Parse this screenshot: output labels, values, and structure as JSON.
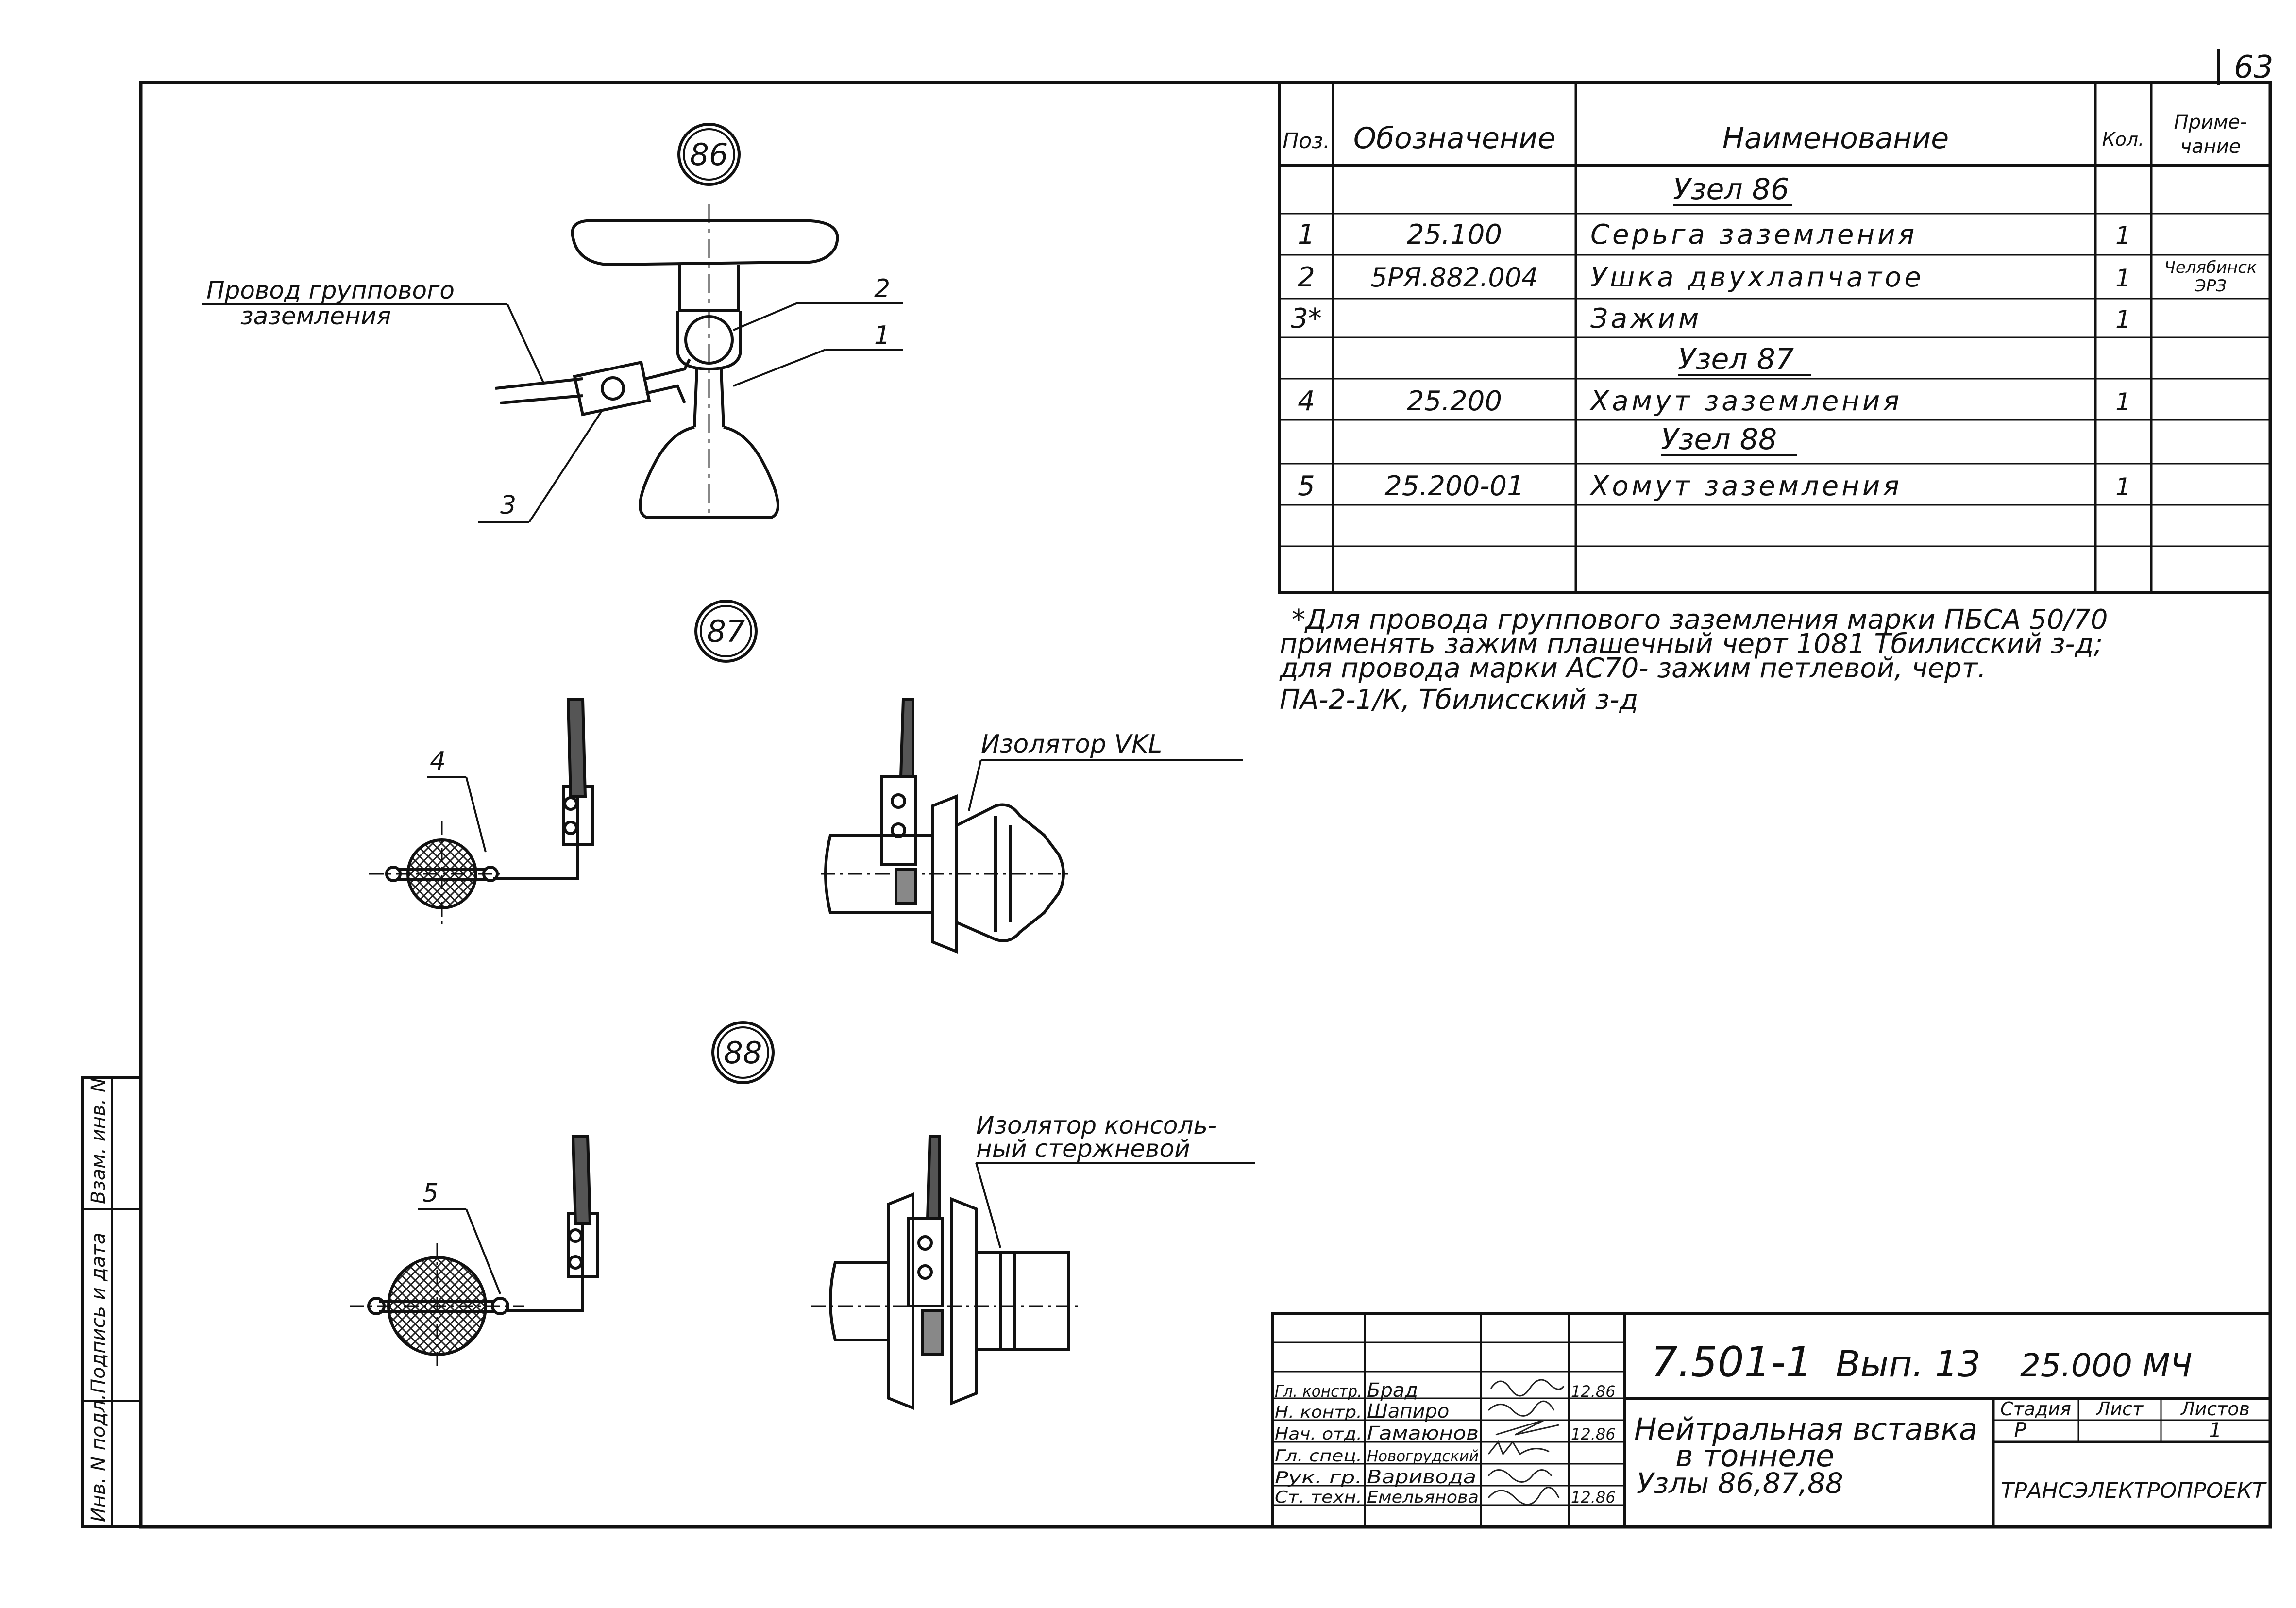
{
  "sheet": {
    "page_number": "63"
  },
  "nodes": [
    {
      "id": "86",
      "label": "86"
    },
    {
      "id": "87",
      "label": "87"
    },
    {
      "id": "88",
      "label": "88"
    }
  ],
  "callouts": {
    "c86_wire_line1": "Провод группового",
    "c86_wire_line2": "заземления",
    "c86_p1": "1",
    "c86_p2": "2",
    "c86_p3": "3",
    "c87_p4": "4",
    "c87_insulator": "Изолятор VKL",
    "c88_p5": "5",
    "c88_ins_line1": "Изолятор консоль-",
    "c88_ins_line2": "ный стержневой"
  },
  "spec_table": {
    "headers": {
      "pos": "Поз.",
      "designation": "Обозначение",
      "name": "Наименование",
      "qty": "Кол.",
      "note_line1": "Приме-",
      "note_line2": "чание"
    },
    "rows": [
      {
        "pos": "",
        "designation": "",
        "name": "Узел 86",
        "qty": "",
        "note": "",
        "section": true
      },
      {
        "pos": "1",
        "designation": "25.100",
        "name": "Серьга заземления",
        "qty": "1",
        "note": ""
      },
      {
        "pos": "2",
        "designation": "5РЯ.882.004",
        "name": "Ушка двухлапчатое",
        "qty": "1",
        "note_line1": "Челябинск",
        "note_line2": "ЭРЗ"
      },
      {
        "pos": "3*",
        "designation": "",
        "name": "Зажим",
        "qty": "1",
        "note": ""
      },
      {
        "pos": "",
        "designation": "",
        "name": "Узел 87",
        "qty": "",
        "note": "",
        "section": true
      },
      {
        "pos": "4",
        "designation": "25.200",
        "name": "Хамут заземления",
        "qty": "1",
        "note": ""
      },
      {
        "pos": "",
        "designation": "",
        "name": "Узел 88",
        "qty": "",
        "note": "",
        "section": true
      },
      {
        "pos": "5",
        "designation": "25.200-01",
        "name": "Хомут заземления",
        "qty": "1",
        "note": ""
      },
      {
        "pos": "",
        "designation": "",
        "name": "",
        "qty": "",
        "note": ""
      },
      {
        "pos": "",
        "designation": "",
        "name": "",
        "qty": "",
        "note": ""
      }
    ]
  },
  "footnote": {
    "line1": "*Для провода группового заземления марки ПБСА 50/70",
    "line2": "применять зажим плашечный черт 1081 Тбилисский з-д;",
    "line3": "для провода марки АС70- зажим петлевой, черт.",
    "line4": "ПА-2-1/К, Тбилисский з-д"
  },
  "left_stamp": {
    "col1": "Инв. N подл.",
    "col2": "Подпись и дата",
    "col3": "Взам. инв. N"
  },
  "title_block": {
    "code": "7.501-1",
    "issue": "Вып. 13",
    "doc_number": "25.000 МЧ",
    "title_line1": "Нейтральная вставка",
    "title_line2": "в тоннеле",
    "title_line3": "Узлы 86,87,88",
    "stage_label": "Стадия",
    "sheet_label": "Лист",
    "sheets_label": "Листов",
    "stage": "Р",
    "sheet": "",
    "sheets": "1",
    "org": "ТРАНСЭЛЕКТРОПРОЕКТ",
    "staff": [
      {
        "role": "Гл. констр.",
        "name": "Брад",
        "date": "12.86"
      },
      {
        "role": "Н. контр.",
        "name": "Шапиро",
        "date": ""
      },
      {
        "role": "Нач. отд.",
        "name": "Гамаюнов",
        "date": "12.86"
      },
      {
        "role": "Гл. спец.",
        "name": "Новогрудский",
        "date": ""
      },
      {
        "role": "Рук. гр.",
        "name": "Варивода",
        "date": ""
      },
      {
        "role": "Ст. техн.",
        "name": "Емельянова",
        "date": "12.86"
      }
    ]
  }
}
